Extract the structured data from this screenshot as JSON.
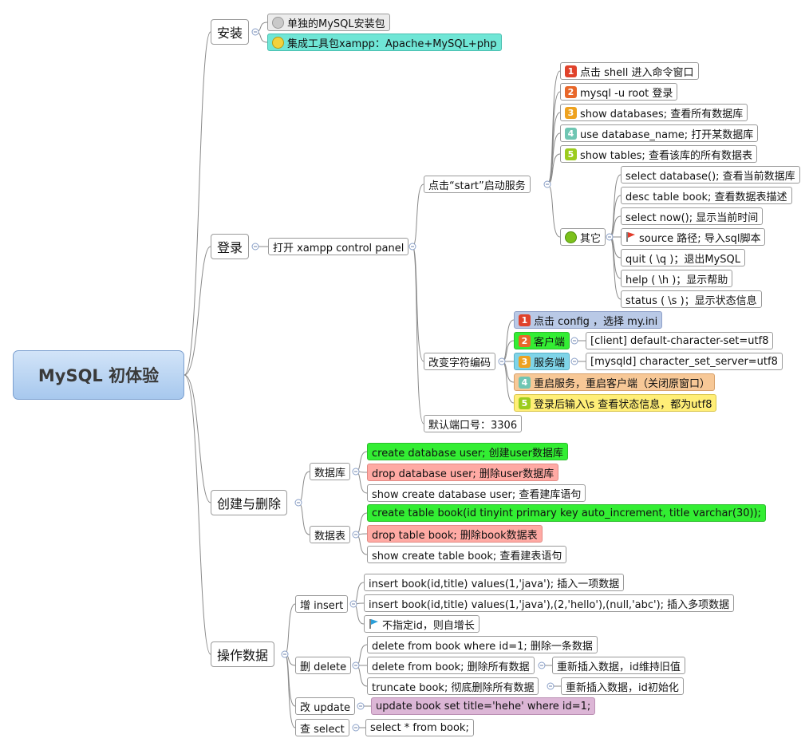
{
  "root": "MySQL 初体验",
  "install": {
    "label": "安装",
    "items": [
      "单独的MySQL安装包",
      "集成工具包xampp：Apache+MySQL+php"
    ]
  },
  "login": {
    "label": "登录",
    "panel": "打开 xampp control panel",
    "start": "点击“start”启动服务",
    "steps": [
      "点击 shell 进入命令窗口",
      "mysql -u root 登录",
      "show databases; 查看所有数据库",
      "use database_name; 打开某数据库",
      "show tables; 查看该库的所有数据表"
    ],
    "other": "其它",
    "other_items": [
      "select database(); 查看当前数据库",
      "desc table book; 查看数据表描述",
      "select now(); 显示当前时间",
      "source 路径;  导入sql脚本",
      "quit ( \\q )；退出MySQL",
      "help ( \\h )；显示帮助",
      "status ( \\s )；显示状态信息"
    ],
    "charset": "改变字符编码",
    "charset_steps": [
      "点击 config ，选择 my.ini",
      "客户端",
      "服务端",
      "重启服务，重启客户端（关闭原窗口）",
      "登录后输入\\s 查看状态信息，都为utf8"
    ],
    "client_setting": "[client] default-character-set=utf8",
    "server_setting": "[mysqld] character_set_server=utf8",
    "port": "默认端口号：3306"
  },
  "create": {
    "label": "创建与删除",
    "database": "数据库",
    "db_items": [
      "create database user; 创建user数据库",
      "drop database user; 删除user数据库",
      "show create database user; 查看建库语句"
    ],
    "table": "数据表",
    "tb_items": [
      "create table book(id tinyint primary key auto_increment, title varchar(30));",
      "drop table book; 删除book数据表",
      "show create table book; 查看建表语句"
    ]
  },
  "ops": {
    "label": "操作数据",
    "insert": "增 insert",
    "insert_items": [
      "insert book(id,title) values(1,'java'); 插入一项数据",
      "insert book(id,title) values(1,'java'),(2,'hello'),(null,'abc'); 插入多项数据",
      "不指定id，则自增长"
    ],
    "delete": "删 delete",
    "delete_items": [
      "delete from book where id=1; 删除一条数据",
      "delete from book; 删除所有数据",
      "truncate book;  彻底删除所有数据"
    ],
    "delete_notes": [
      "重新插入数据，id维持旧值",
      "重新插入数据，id初始化"
    ],
    "update": "改 update",
    "update_item": "update book set title='hehe' where id=1;",
    "select": "查 select",
    "select_item": "select * from book;"
  }
}
